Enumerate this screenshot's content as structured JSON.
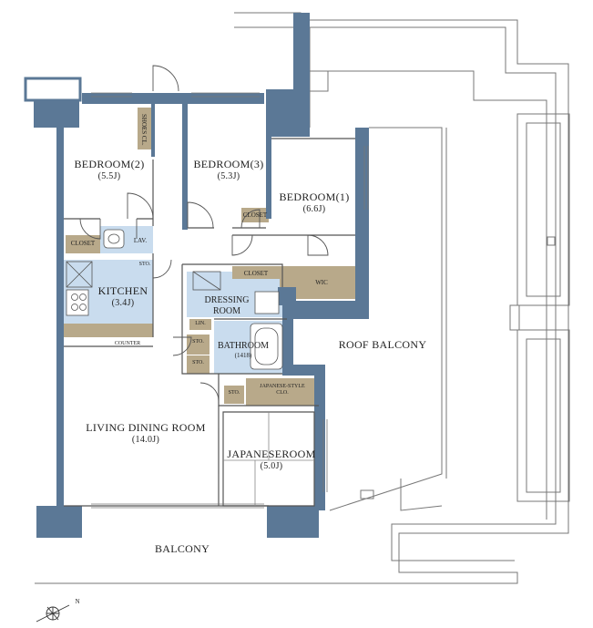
{
  "rooms": {
    "bedroom2": {
      "name": "BEDROOM(2)",
      "size": "(5.5J)"
    },
    "bedroom3": {
      "name": "BEDROOM(3)",
      "size": "(5.3J)"
    },
    "bedroom1": {
      "name": "BEDROOM(1)",
      "size": "(6.6J)"
    },
    "kitchen": {
      "name": "KITCHEN",
      "size": "(3.4J)"
    },
    "dressing": {
      "name1": "DRESSING",
      "name2": "ROOM"
    },
    "bathroom": {
      "name": "BATHROOM",
      "size": "(1418)"
    },
    "living": {
      "name": "LIVING DINING ROOM",
      "size": "(14.0J)"
    },
    "japanese": {
      "name": "JAPANESEROOM",
      "size": "(5.0J)"
    },
    "roof_balcony": {
      "name": "ROOF BALCONY"
    },
    "balcony": {
      "name": "BALCONY"
    }
  },
  "storage": {
    "shoes": "SHOES CL.",
    "closet_b2": "CLOSET",
    "closet_b3": "CLOSET",
    "closet_b1": "CLOSET",
    "wic": "WIC",
    "lav": "LAV.",
    "sto_kitchen": "STO.",
    "lin": "LIN.",
    "sto_a": "STO.",
    "sto_b": "STO.",
    "sto_c": "STO.",
    "japanese_cl1": "JAPANESE-STYLE",
    "japanese_cl2": "CLO.",
    "counter": "COUNTER"
  },
  "compass": {
    "north": "N"
  },
  "colors": {
    "wall": "#5b7896",
    "wet_area": "#c9dcee",
    "closet": "#b8a98a",
    "line": "#777777"
  }
}
